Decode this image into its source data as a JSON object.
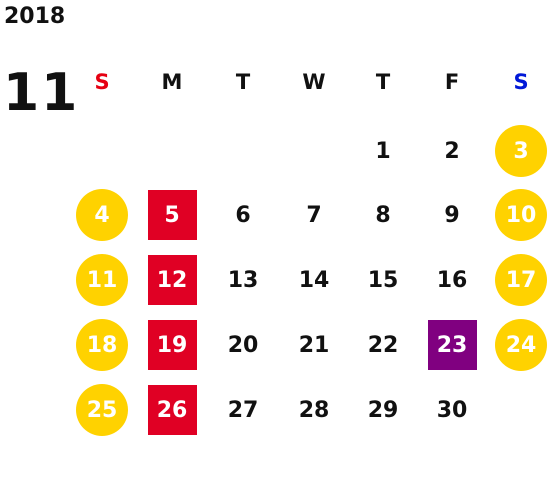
{
  "calendar": {
    "year": "2018",
    "month": "11",
    "colors": {
      "sunday_label": "#e60012",
      "saturday_label": "#0018d8",
      "weekend_circle": "#ffd200",
      "holiday_square": "#e00024",
      "highlight_square": "#800080",
      "text": "#111111"
    },
    "weekdays": [
      "S",
      "M",
      "T",
      "W",
      "T",
      "F",
      "S"
    ],
    "weeks": [
      [
        {
          "day": "",
          "style": "none"
        },
        {
          "day": "",
          "style": "none"
        },
        {
          "day": "",
          "style": "none"
        },
        {
          "day": "",
          "style": "none"
        },
        {
          "day": "1",
          "style": "plain"
        },
        {
          "day": "2",
          "style": "plain"
        },
        {
          "day": "3",
          "style": "circle"
        }
      ],
      [
        {
          "day": "4",
          "style": "circle"
        },
        {
          "day": "5",
          "style": "holiday"
        },
        {
          "day": "6",
          "style": "plain"
        },
        {
          "day": "7",
          "style": "plain"
        },
        {
          "day": "8",
          "style": "plain"
        },
        {
          "day": "9",
          "style": "plain"
        },
        {
          "day": "10",
          "style": "circle"
        }
      ],
      [
        {
          "day": "11",
          "style": "circle"
        },
        {
          "day": "12",
          "style": "holiday"
        },
        {
          "day": "13",
          "style": "plain"
        },
        {
          "day": "14",
          "style": "plain"
        },
        {
          "day": "15",
          "style": "plain"
        },
        {
          "day": "16",
          "style": "plain"
        },
        {
          "day": "17",
          "style": "circle"
        }
      ],
      [
        {
          "day": "18",
          "style": "circle"
        },
        {
          "day": "19",
          "style": "holiday"
        },
        {
          "day": "20",
          "style": "plain"
        },
        {
          "day": "21",
          "style": "plain"
        },
        {
          "day": "22",
          "style": "plain"
        },
        {
          "day": "23",
          "style": "highlight"
        },
        {
          "day": "24",
          "style": "circle"
        }
      ],
      [
        {
          "day": "25",
          "style": "circle"
        },
        {
          "day": "26",
          "style": "holiday"
        },
        {
          "day": "27",
          "style": "plain"
        },
        {
          "day": "28",
          "style": "plain"
        },
        {
          "day": "29",
          "style": "plain"
        },
        {
          "day": "30",
          "style": "plain"
        },
        {
          "day": "",
          "style": "none"
        }
      ]
    ]
  }
}
